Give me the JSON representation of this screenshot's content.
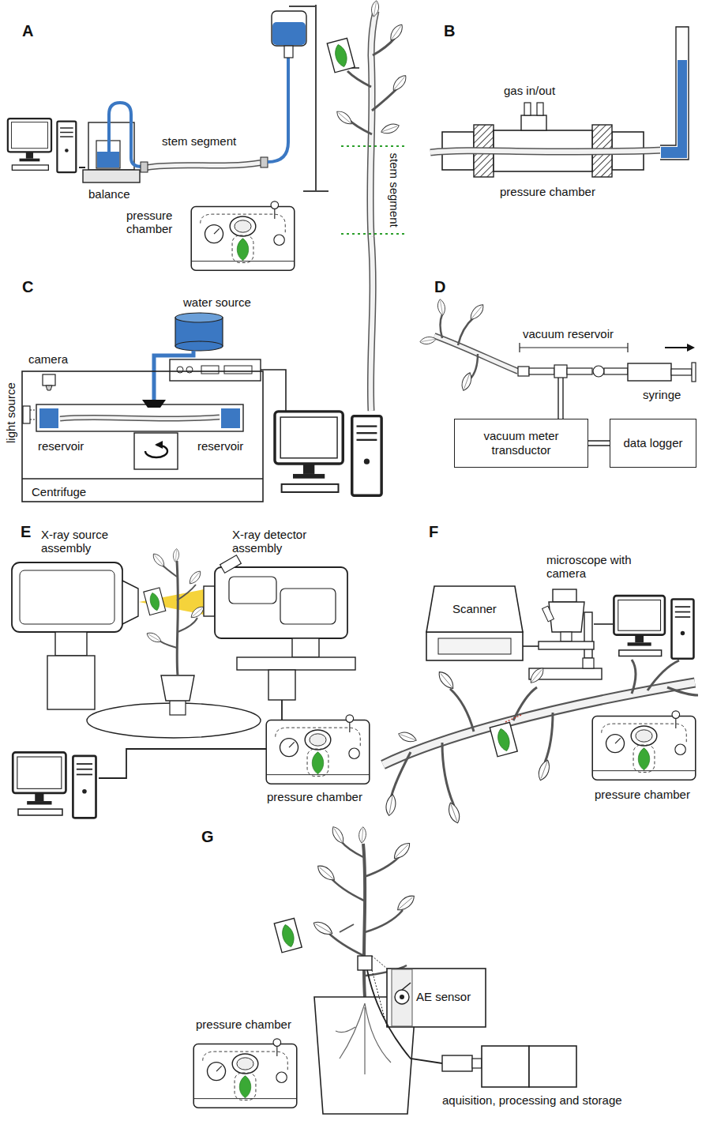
{
  "diagram": {
    "nodes": [
      {
        "text": [
          "vacuum meter transductor"
        ]
      },
      {
        "text": [
          "data logger"
        ]
      }
    ],
    "edges": [
      {
        "from": 0,
        "to": 1,
        "arrow": "none"
      }
    ],
    "labels": [
      "A",
      "balance",
      "stem segment",
      "pressure chamber",
      "stem segment",
      "B",
      "gas in/out",
      "pressure chamber",
      "C",
      "water source",
      "camera",
      "light source",
      "reservoir",
      "reservoir",
      "Centrifuge",
      "D",
      "vacuum reservoir",
      "syringe",
      "E",
      "X-ray source assembly",
      "X-ray detector assembly",
      "pressure chamber",
      "F",
      "microscope with camera",
      "Scanner",
      "pressure chamber",
      "G",
      "AE sensor",
      "pressure chamber",
      "aquisition, processing and storage"
    ]
  }
}
